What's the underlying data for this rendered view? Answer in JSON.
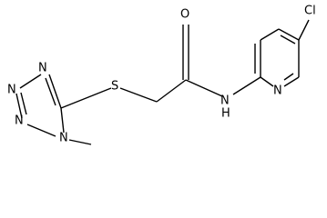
{
  "molecule": {
    "atoms": {
      "O": "O",
      "S": "S",
      "NH": "N",
      "H": "H",
      "N_pyridine": "N",
      "Cl": "Cl",
      "N_t1": "N",
      "N_t2": "N",
      "N_t3": "N",
      "N_methyl": "N"
    }
  }
}
